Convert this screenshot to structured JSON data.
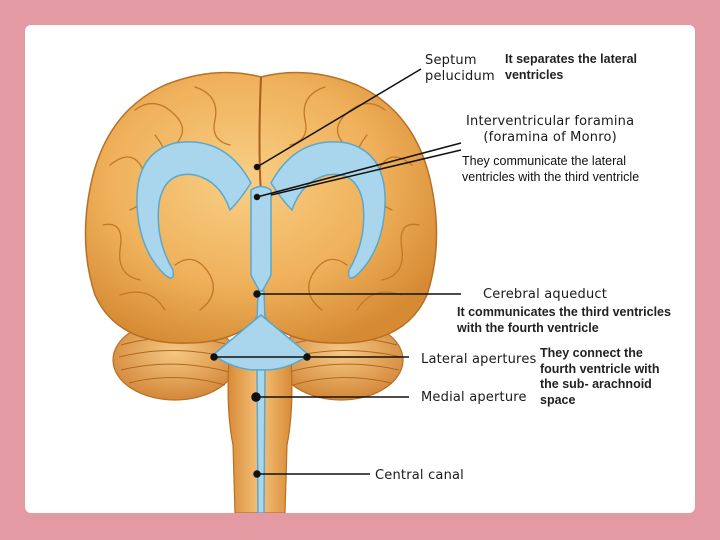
{
  "labels": {
    "septum_term": "Septum\npelucidum",
    "septum_desc": "It separates the lateral\nventricles",
    "interventricular_term": "Interventricular foramina\n(foramina of Monro)",
    "interventricular_desc": "They communicate the lateral\nventricles with the third ventricle",
    "aqueduct_term": "Cerebral aqueduct",
    "aqueduct_desc": "It communicates the third ventricles\nwith the fourth ventricle",
    "lateral_apertures_term": "Lateral apertures",
    "medial_aperture_term": "Medial aperture",
    "apertures_desc": "They connect the\nfourth ventricle with\nthe sub- arachnoid\nspace",
    "central_canal_term": "Central canal"
  },
  "colors": {
    "background": "#e49aa3",
    "brain": "#f1b25a",
    "brain_dark": "#d88a2e",
    "ventricle": "#9fd0e8",
    "ventricle_dark": "#5aa8cf"
  }
}
